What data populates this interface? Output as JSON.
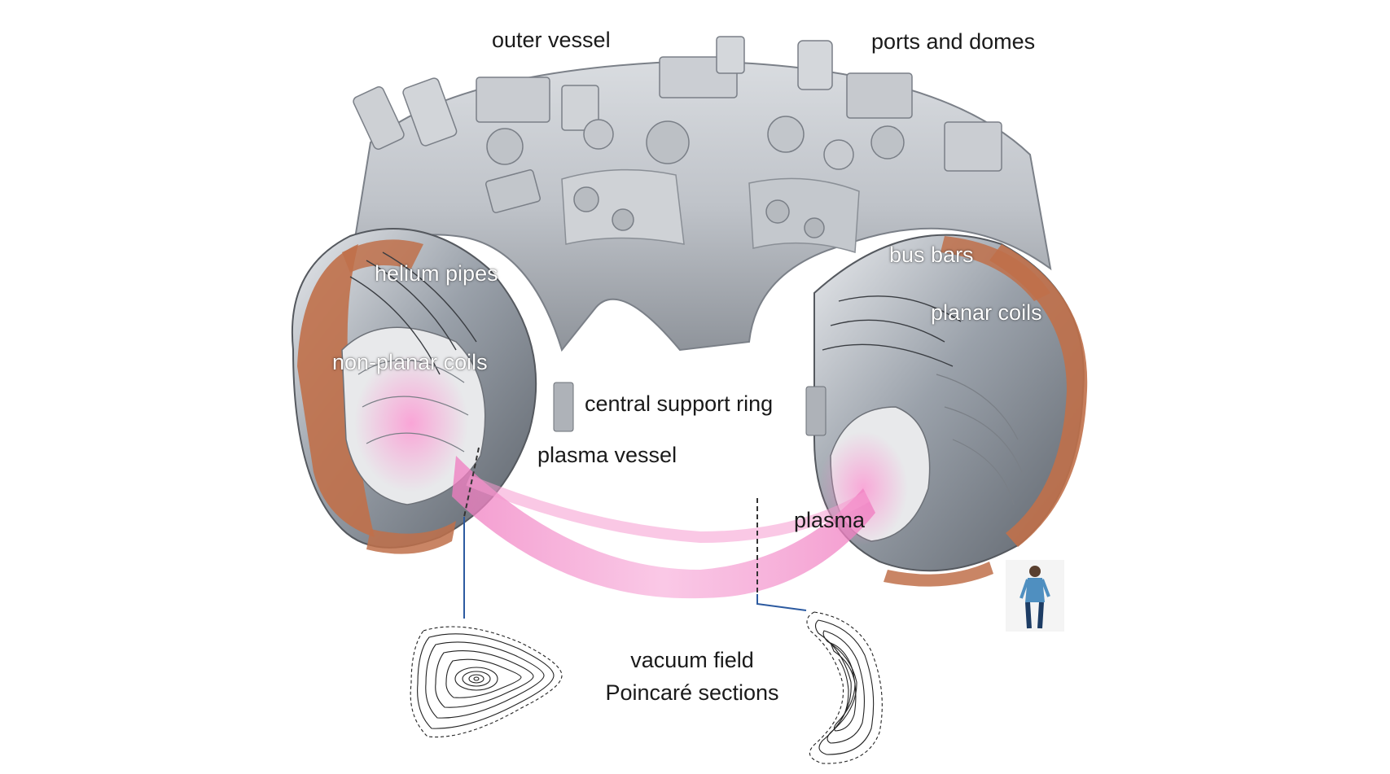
{
  "labels": {
    "outer_vessel": "outer vessel",
    "ports_and_domes": "ports and domes",
    "helium_pipes": "helium pipes",
    "bus_bars": "bus bars",
    "planar_coils": "planar coils",
    "non_planar_coils": "non-planar coils",
    "central_support_ring": "central support ring",
    "plasma_vessel": "plasma vessel",
    "plasma": "plasma",
    "vacuum_field_line1": "vacuum field",
    "vacuum_field_line2": "Poincaré sections"
  },
  "colors": {
    "steel": "#bfc3c9",
    "steel_dark": "#8d9299",
    "copper": "#c0704a",
    "plasma": "#ee6fb8",
    "text_dark": "#1a1a1a",
    "text_light": "#ffffff",
    "section_line": "#2c5aa0"
  }
}
